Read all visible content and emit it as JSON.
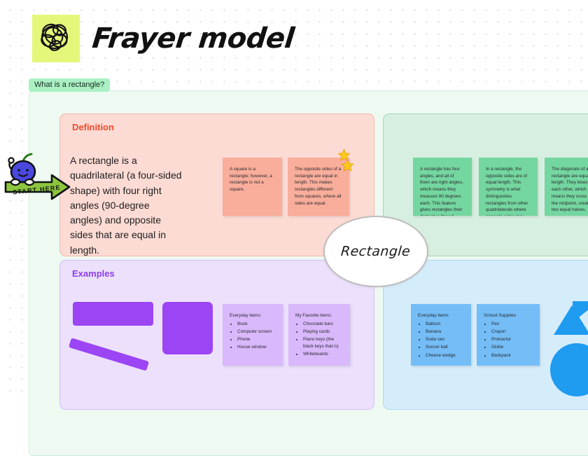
{
  "board": {
    "title": "Frayer model",
    "logo_icon": "scribble-doodle-icon",
    "frame_label": "What is a rectangle?"
  },
  "center": {
    "term": "Rectangle"
  },
  "cursor_badge": {
    "label": "START HERE",
    "avatar_icon": "blueberry-character-icon",
    "arrow_icon": "arrow-right-icon"
  },
  "panels": {
    "definition": {
      "heading": "Definition",
      "body": "A rectangle is a quadrilateral (a four-sided shape) with four right angles (90-degree angles) and opposite sides that are equal in length.",
      "notes": [
        {
          "text": "A square is a rectangle; however, a rectangle is not a square."
        },
        {
          "text": "The opposite sides of a rectangle are equal in length. This makes rectangles different from squares, where all sides are equal."
        }
      ],
      "stars": 2
    },
    "characteristics": {
      "heading": "",
      "notes": [
        {
          "text": "A rectangle has four angles, and all of them are right angles, which means they measure 90 degrees each. This feature gives rectangles their distinctive \"boxy\" appearance."
        },
        {
          "text": "In a rectangle, the opposite sides are of equal length. This symmetry is what distinguishes rectangles from other quadrilaterals where opposite sides may not be the same length."
        },
        {
          "text": "The diagonals of a rectangle are equal in length. They bisect each other, which means they cross at the midpoint, creating two equal halves."
        }
      ]
    },
    "examples": {
      "heading": "Examples",
      "shapes": [
        "wide-rectangle",
        "square",
        "thin-bar"
      ],
      "notes": [
        {
          "title": "Everyday items:",
          "items": [
            "Book",
            "Computer screen",
            "Phone",
            "House window"
          ]
        },
        {
          "title": "My Favorite items:",
          "items": [
            "Chocolate bars",
            "Playing cards",
            "Piano keys (the black keys that is)",
            "Whiteboards"
          ]
        }
      ]
    },
    "non_examples": {
      "heading": "",
      "shapes": [
        "triangle",
        "triangle-rotated",
        "circle"
      ],
      "notes": [
        {
          "title": "Everyday items",
          "items": [
            "Balloon",
            "Banana",
            "Soda can",
            "Soccer ball",
            "Cheese wedge"
          ]
        },
        {
          "title": "School Supplies",
          "items": [
            "Pen",
            "Crayon",
            "Protractor",
            "Globe",
            "Backpack"
          ]
        }
      ]
    }
  },
  "colors": {
    "definition_bg": "#fcdbd4",
    "definition_note": "#f9ad9b",
    "definition_heading": "#f04a2b",
    "green_bg": "#d7efe0",
    "green_note": "#74d6a0",
    "examples_bg": "#ece0fc",
    "examples_note": "#d9b8fb",
    "examples_heading": "#8b3df0",
    "examples_shape": "#9b45f5",
    "blue_bg": "#d5ecfb",
    "blue_note": "#74bdf7",
    "blue_shape": "#1f9bf0",
    "frame_bg": "#eefaf1",
    "chip_bg": "#aaf0c3",
    "logo_bg": "#e4f77a",
    "star": "#ffc81f",
    "arrow": "#8cc63f"
  }
}
